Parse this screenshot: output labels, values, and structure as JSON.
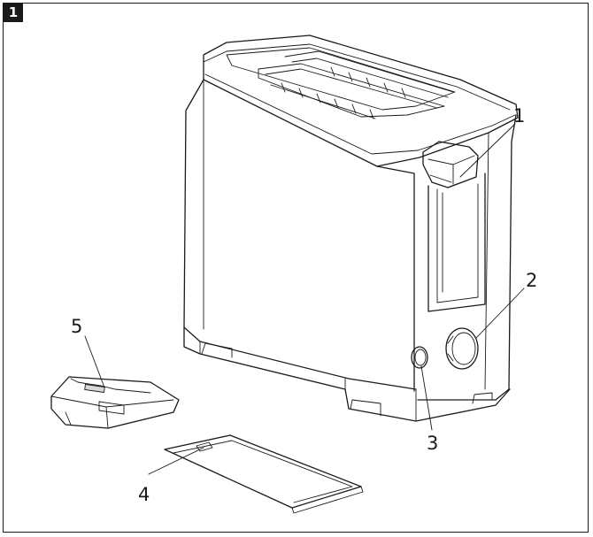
{
  "figure": {
    "number": "1"
  },
  "callouts": [
    {
      "id": "1",
      "text": "1"
    },
    {
      "id": "2",
      "text": "2"
    },
    {
      "id": "3",
      "text": "3"
    },
    {
      "id": "4",
      "text": "4"
    },
    {
      "id": "5",
      "text": "5"
    }
  ],
  "colors": {
    "line": "#1a1a1a",
    "background": "#ffffff",
    "badge": "#1a1a1a"
  }
}
